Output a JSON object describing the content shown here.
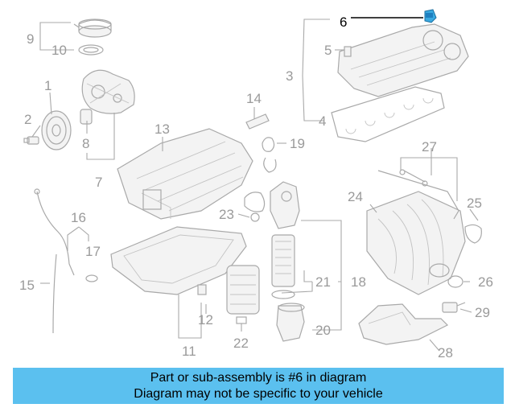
{
  "diagram": {
    "highlight_color": "#3aa9e0",
    "active_callout": "6",
    "callouts": [
      "1",
      "2",
      "3",
      "4",
      "5",
      "6",
      "7",
      "8",
      "9",
      "10",
      "11",
      "12",
      "13",
      "14",
      "15",
      "16",
      "17",
      "18",
      "19",
      "20",
      "21",
      "22",
      "23",
      "24",
      "25",
      "26",
      "27",
      "28",
      "29"
    ]
  },
  "caption": {
    "background": "#5bc0ef",
    "line1": "Part or sub-assembly is #6 in diagram",
    "line2": "Diagram may not be specific to your vehicle"
  }
}
